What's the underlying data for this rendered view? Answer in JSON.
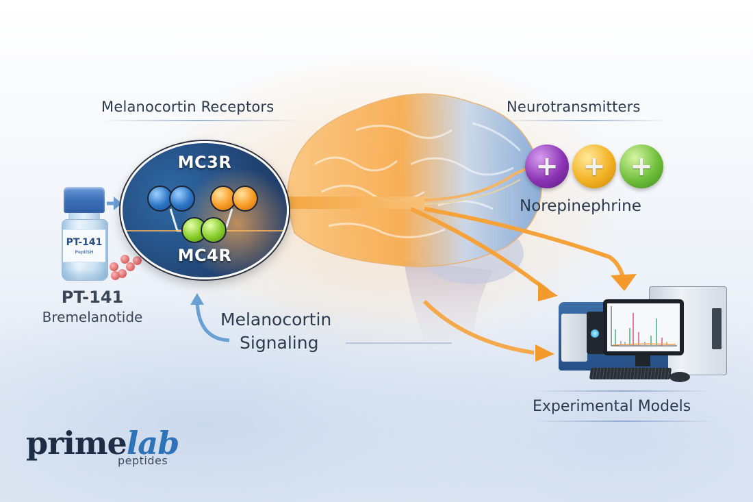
{
  "left": {
    "vial": {
      "label_title": "PT-141",
      "label_sub": "PeptiSH"
    },
    "compound": {
      "code": "PT-141",
      "name": "Bremelanotide"
    }
  },
  "receptors": {
    "heading": "Melanocortin Receptors",
    "top_label": "MC3R",
    "bottom_label": "MC4R",
    "spheres": [
      {
        "color": "blue",
        "hex": "#2c74c4"
      },
      {
        "color": "orange",
        "hex": "#f79b22"
      },
      {
        "color": "green",
        "hex": "#86cc2a"
      }
    ]
  },
  "signaling": {
    "line1": "Melanocortin",
    "line2": "Signaling"
  },
  "neurotransmitters": {
    "heading": "Neurotransmitters",
    "name": "Norepinephrine",
    "spheres": [
      {
        "color": "purple",
        "hex": "#8b34b4",
        "symbol": "+"
      },
      {
        "color": "yellow",
        "hex": "#f3b224",
        "symbol": "+"
      },
      {
        "color": "green",
        "hex": "#6fbf3a",
        "symbol": "+"
      }
    ]
  },
  "experimental": {
    "label": "Experimental Models"
  },
  "brand": {
    "prime": "prime",
    "lab": "lab",
    "sub": "peptides"
  },
  "colors": {
    "text_dark": "#2b3a4e",
    "pathway_orange": "#f5a23a",
    "signal_blue": "#6a9fd4",
    "brand_navy": "#1e2d45",
    "brand_blue": "#2e72b7"
  }
}
